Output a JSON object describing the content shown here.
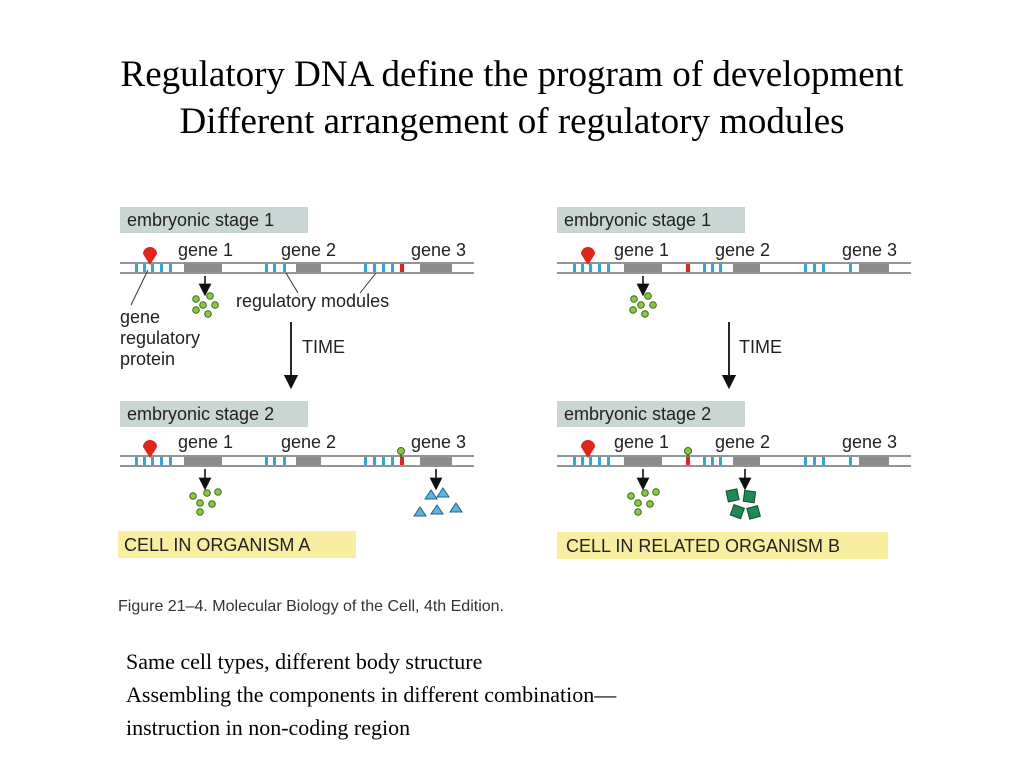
{
  "slide": {
    "title_line1": "Regulatory DNA define the program of development",
    "title_line2": "Different arrangement of regulatory modules"
  },
  "figure": {
    "panel_a": {
      "stage1_label": "embryonic stage 1",
      "stage2_label": "embryonic stage 2",
      "gene1": "gene 1",
      "gene2": "gene 2",
      "gene3": "gene 3",
      "regulatory_modules": "regulatory modules",
      "gene_regulatory_protein": [
        "gene",
        "regulatory",
        "protein"
      ],
      "time_label": "TIME",
      "organism_label": "CELL IN ORGANISM A"
    },
    "panel_b": {
      "stage1_label": "embryonic stage 1",
      "stage2_label": "embryonic stage 2",
      "gene1": "gene 1",
      "gene2": "gene 2",
      "gene3": "gene 3",
      "time_label": "TIME",
      "organism_label": "CELL IN RELATED ORGANISM B"
    },
    "caption": "Figure 21–4. Molecular Biology of the Cell, 4th Edition.",
    "colors": {
      "stage_box": "#c9d6d4",
      "organism_box": "#f9eea0",
      "regulatory_module": "#2aa7de",
      "red_module": "#e1251b",
      "gene_box": "#8c8c8c",
      "protein_red": "#e1251b",
      "green_circle": "#8cc63f",
      "blue_triangle": "#5fb3e0",
      "green_square": "#1e8a55"
    }
  },
  "notes": {
    "line1": "Same cell types, different body structure",
    "line2": "Assembling the components in different combination—",
    "line3": "instruction in non-coding region"
  }
}
